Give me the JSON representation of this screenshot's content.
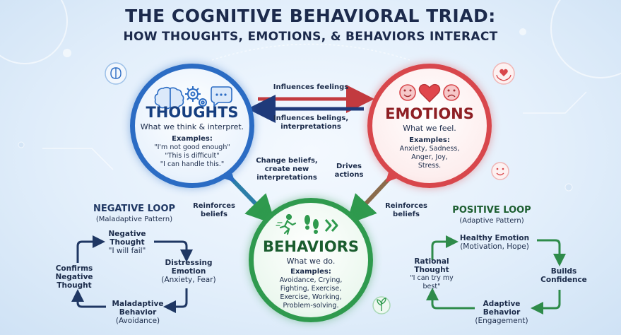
{
  "header": {
    "title": "THE COGNITIVE BEHAVIORAL TRIAD:",
    "subtitle": "HOW THOUGHTS, EMOTIONS, & BEHAVIORS INTERACT"
  },
  "colors": {
    "thoughts": "#2b6cc4",
    "emotions": "#d8474c",
    "behaviors": "#2f9a4e",
    "negative_loop": "#1f3763",
    "positive_loop": "#2e8b4a"
  },
  "thoughts": {
    "title": "THOUGHTS",
    "subtitle": "What we think & interpret.",
    "examples_label": "Examples:",
    "examples": [
      "\"I'm not good enough\"",
      "\"This is difficult\"",
      "\"I can handle this.\""
    ],
    "icons": [
      "brain-icon",
      "gears-icon",
      "speech-bubble-icon"
    ]
  },
  "emotions": {
    "title": "EMOTIONS",
    "subtitle": "What we feel.",
    "examples_label": "Examples:",
    "examples": [
      "Anxiety, Sadness,",
      "Anger, Joy,",
      "Stress."
    ],
    "icons": [
      "smiley-face-icon",
      "heart-icon",
      "sad-face-icon"
    ]
  },
  "behaviors": {
    "title": "BEHAVIORS",
    "subtitle": "What we do.",
    "examples_label": "Examples:",
    "examples": [
      "Avoidance, Crying,",
      "Fighting, Exercise,",
      "Exercise, Working,",
      "Problem-solving."
    ],
    "icons": [
      "running-person-icon",
      "footprints-icon",
      "chevron-arrows-icon"
    ]
  },
  "connections": {
    "influences_feelings": "Influences feelings",
    "influences_beliefs": [
      "Influences belings,",
      "interpretations"
    ],
    "change_beliefs": [
      "Change beliefs,",
      "create new",
      "interpretations"
    ],
    "drives_actions": [
      "Drives",
      "actions"
    ],
    "reinforces_left": [
      "Reinforces",
      "beliefs"
    ],
    "reinforces_right": [
      "Reinforces",
      "beliefs"
    ]
  },
  "negative_loop": {
    "title": "NEGATIVE LOOP",
    "subtitle": "(Maladaptive Pattern)",
    "nodes": {
      "top": {
        "title": [
          "Negative",
          "Thought"
        ],
        "detail": "\"I will fail\""
      },
      "right": {
        "title": [
          "Distressing",
          "Emotion"
        ],
        "detail": "(Anxiety, Fear)"
      },
      "bottom": {
        "title": [
          "Maladaptive",
          "Behavior"
        ],
        "detail": "(Avoidance)"
      },
      "left": {
        "title": [
          "Confirms",
          "Negative",
          "Thought"
        ],
        "detail": ""
      }
    }
  },
  "positive_loop": {
    "title": "POSITIVE LOOP",
    "subtitle": "(Adaptive Pattern)",
    "nodes": {
      "top": {
        "title": [
          "Healthy Emotion"
        ],
        "detail": "(Motivation, Hope)"
      },
      "right": {
        "title": [
          "Builds",
          "Confidence"
        ],
        "detail": ""
      },
      "bottom": {
        "title": [
          "Adaptive",
          "Behavior"
        ],
        "detail": "(Engagement)"
      },
      "left": {
        "title": [
          "Rational",
          "Thought"
        ],
        "detail": "\"I can try my best\""
      }
    }
  }
}
